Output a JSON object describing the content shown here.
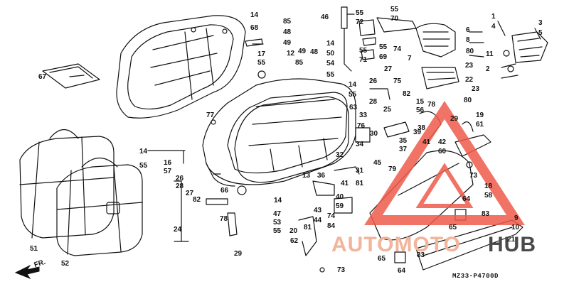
{
  "diagram": {
    "code": "MZ33-P4700D",
    "direction": "FR.",
    "watermark": {
      "left": "AUTOMOTO",
      "right": "HUB",
      "left_color": "#f2b49a",
      "right_color": "#4a4a4a",
      "triangle_color": "#ee5a4a"
    }
  },
  "labels": [
    {
      "id": "l67",
      "text": "67"
    },
    {
      "id": "l14a",
      "text": "14"
    },
    {
      "id": "l68",
      "text": "68"
    },
    {
      "id": "l17a",
      "text": "17"
    },
    {
      "id": "l55a",
      "text": "55"
    },
    {
      "id": "l85a",
      "text": "85"
    },
    {
      "id": "l48a",
      "text": "48"
    },
    {
      "id": "l49a",
      "text": "49"
    },
    {
      "id": "l12",
      "text": "12"
    },
    {
      "id": "l49b",
      "text": "49"
    },
    {
      "id": "l48b",
      "text": "48"
    },
    {
      "id": "l85b",
      "text": "85"
    },
    {
      "id": "l46",
      "text": "46"
    },
    {
      "id": "l55b",
      "text": "55"
    },
    {
      "id": "l72",
      "text": "72"
    },
    {
      "id": "l55c",
      "text": "55"
    },
    {
      "id": "l70",
      "text": "70"
    },
    {
      "id": "l14b",
      "text": "14"
    },
    {
      "id": "l50",
      "text": "50"
    },
    {
      "id": "l54",
      "text": "54"
    },
    {
      "id": "l55d",
      "text": "55"
    },
    {
      "id": "l55e",
      "text": "55"
    },
    {
      "id": "l71",
      "text": "71"
    },
    {
      "id": "l55f",
      "text": "55"
    },
    {
      "id": "l69",
      "text": "69"
    },
    {
      "id": "l6",
      "text": "6"
    },
    {
      "id": "l8",
      "text": "8"
    },
    {
      "id": "l74a",
      "text": "74"
    },
    {
      "id": "l7",
      "text": "7"
    },
    {
      "id": "l80a",
      "text": "80"
    },
    {
      "id": "l1",
      "text": "1"
    },
    {
      "id": "l4",
      "text": "4"
    },
    {
      "id": "l3",
      "text": "3"
    },
    {
      "id": "l5",
      "text": "5"
    },
    {
      "id": "l11",
      "text": "11"
    },
    {
      "id": "l2",
      "text": "2"
    },
    {
      "id": "l23a",
      "text": "23"
    },
    {
      "id": "l22",
      "text": "22"
    },
    {
      "id": "l23b",
      "text": "23"
    },
    {
      "id": "l80b",
      "text": "80"
    },
    {
      "id": "l27a",
      "text": "27"
    },
    {
      "id": "l75",
      "text": "75"
    },
    {
      "id": "l14c",
      "text": "14"
    },
    {
      "id": "l55g",
      "text": "55"
    },
    {
      "id": "l26a",
      "text": "26"
    },
    {
      "id": "l82a",
      "text": "82"
    },
    {
      "id": "l28a",
      "text": "28"
    },
    {
      "id": "l25",
      "text": "25"
    },
    {
      "id": "l15a",
      "text": "15"
    },
    {
      "id": "l56",
      "text": "56"
    },
    {
      "id": "l78a",
      "text": "78"
    },
    {
      "id": "l63",
      "text": "63"
    },
    {
      "id": "l33",
      "text": "33"
    },
    {
      "id": "l76",
      "text": "76"
    },
    {
      "id": "l29a",
      "text": "29"
    },
    {
      "id": "l19",
      "text": "19"
    },
    {
      "id": "l61",
      "text": "61"
    },
    {
      "id": "l30",
      "text": "30"
    },
    {
      "id": "l39",
      "text": "39"
    },
    {
      "id": "l38",
      "text": "38"
    },
    {
      "id": "l34",
      "text": "34"
    },
    {
      "id": "l35",
      "text": "35"
    },
    {
      "id": "l37",
      "text": "37"
    },
    {
      "id": "l42",
      "text": "42"
    },
    {
      "id": "l60",
      "text": "60"
    },
    {
      "id": "l41a",
      "text": "41"
    },
    {
      "id": "l77",
      "text": "77"
    },
    {
      "id": "l32",
      "text": "32"
    },
    {
      "id": "l45",
      "text": "45"
    },
    {
      "id": "l79",
      "text": "79"
    },
    {
      "id": "l31",
      "text": "31"
    },
    {
      "id": "l13",
      "text": "13"
    },
    {
      "id": "l36",
      "text": "36"
    },
    {
      "id": "l41b",
      "text": "41"
    },
    {
      "id": "l81a",
      "text": "81"
    },
    {
      "id": "l73a",
      "text": "73"
    },
    {
      "id": "l14d",
      "text": "14"
    },
    {
      "id": "l55h",
      "text": "55"
    },
    {
      "id": "l16",
      "text": "16"
    },
    {
      "id": "l57",
      "text": "57"
    },
    {
      "id": "l26b",
      "text": "26"
    },
    {
      "id": "l28b",
      "text": "28"
    },
    {
      "id": "l27b",
      "text": "27"
    },
    {
      "id": "l82b",
      "text": "82"
    },
    {
      "id": "l66",
      "text": "66"
    },
    {
      "id": "l14e",
      "text": "14"
    },
    {
      "id": "l40",
      "text": "40"
    },
    {
      "id": "l59",
      "text": "59"
    },
    {
      "id": "l43",
      "text": "43"
    },
    {
      "id": "l44",
      "text": "44"
    },
    {
      "id": "l74b",
      "text": "74"
    },
    {
      "id": "l84",
      "text": "84"
    },
    {
      "id": "l64a",
      "text": "64"
    },
    {
      "id": "l18",
      "text": "18"
    },
    {
      "id": "l58",
      "text": "58"
    },
    {
      "id": "l83a",
      "text": "83"
    },
    {
      "id": "l9",
      "text": "9"
    },
    {
      "id": "l10",
      "text": "10"
    },
    {
      "id": "l65a",
      "text": "65"
    },
    {
      "id": "l21",
      "text": "21"
    },
    {
      "id": "l47",
      "text": "47"
    },
    {
      "id": "l53",
      "text": "53"
    },
    {
      "id": "l55i",
      "text": "55"
    },
    {
      "id": "l78b",
      "text": "78"
    },
    {
      "id": "l24",
      "text": "24"
    },
    {
      "id": "l20",
      "text": "20"
    },
    {
      "id": "l81b",
      "text": "81"
    },
    {
      "id": "l62",
      "text": "62"
    },
    {
      "id": "l29b",
      "text": "29"
    },
    {
      "id": "l73b",
      "text": "73"
    },
    {
      "id": "l65b",
      "text": "65"
    },
    {
      "id": "l83b",
      "text": "83"
    },
    {
      "id": "l64b",
      "text": "64"
    },
    {
      "id": "l51",
      "text": "51"
    },
    {
      "id": "l52",
      "text": "52"
    }
  ]
}
